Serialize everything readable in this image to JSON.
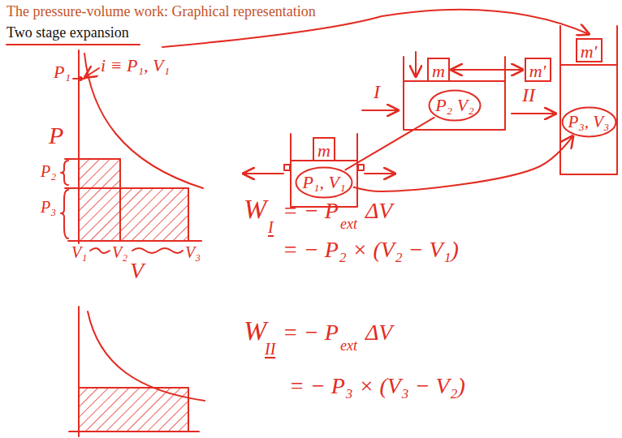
{
  "diagram": {
    "title": "The pressure-volume work: Graphical representation",
    "nodes": [
      {
        "text": [
          "m"
        ]
      },
      {
        "text": [
          "P₁, V₁"
        ]
      },
      {
        "text": [
          "m"
        ]
      },
      {
        "text": [
          "P₂ V₂"
        ]
      },
      {
        "text": [
          "m'"
        ]
      },
      {
        "text": [
          "m'"
        ]
      },
      {
        "text": [
          "P₃, V₃"
        ]
      }
    ],
    "edges": [
      {
        "from": 2,
        "to": 4,
        "arrow": "both"
      },
      {
        "from": 1,
        "to": 3,
        "arrow": "none"
      },
      {
        "from": 1,
        "to": 6,
        "arrow": "to"
      }
    ],
    "labels": [
      "Two stage expansion",
      "i ≡ P₁, V₁",
      "P₁",
      "P",
      "P₂",
      "P₃",
      "V₁",
      "V₂",
      "V₃",
      "V",
      "I",
      "II",
      "W",
      "I",
      "= − P",
      "ext",
      "ΔV",
      "= − P₂ × (V₂ − V₁)",
      "W",
      "II",
      "= − P",
      "ext",
      "ΔV",
      "= − P₃ × (V₃ − V₂)"
    ]
  }
}
